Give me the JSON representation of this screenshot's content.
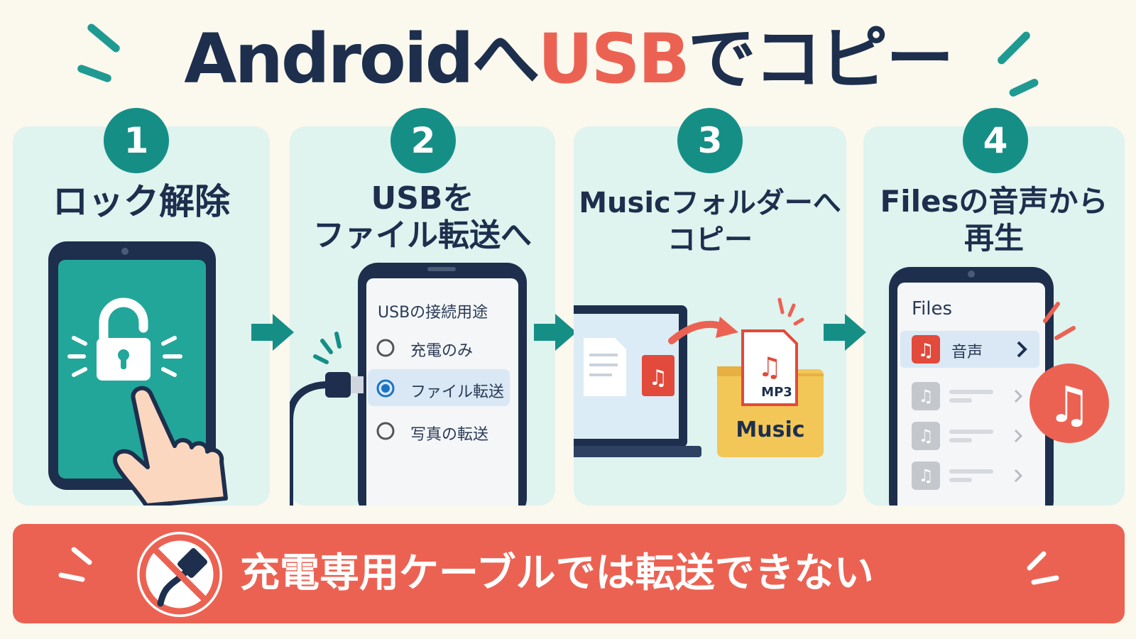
{
  "title": {
    "part1": "Android",
    "part2": "へ",
    "part3": "USB",
    "part4": "でコピー"
  },
  "steps": [
    {
      "number": "1",
      "label": "ロック解除"
    },
    {
      "number": "2",
      "label": "USBを\nファイル転送へ"
    },
    {
      "number": "3",
      "label": "Musicフォルダーへ\nコピー"
    },
    {
      "number": "4",
      "label": "Filesの音声から\n再生"
    }
  ],
  "usb_menu": {
    "title": "USBの接続用途",
    "options": [
      "充電のみ",
      "ファイル転送",
      "写真の転送"
    ],
    "selected": "ファイル転送"
  },
  "copy_step": {
    "file_type": "MP3",
    "folder": "Music"
  },
  "files_app": {
    "title": "Files",
    "category": "音声"
  },
  "warning": "充電専用ケーブルでは転送できない",
  "colors": {
    "navy": "#1d2f4d",
    "coral": "#ec6252",
    "teal": "#158f86",
    "panel": "#dff3ef",
    "background": "#fbf8ee"
  }
}
